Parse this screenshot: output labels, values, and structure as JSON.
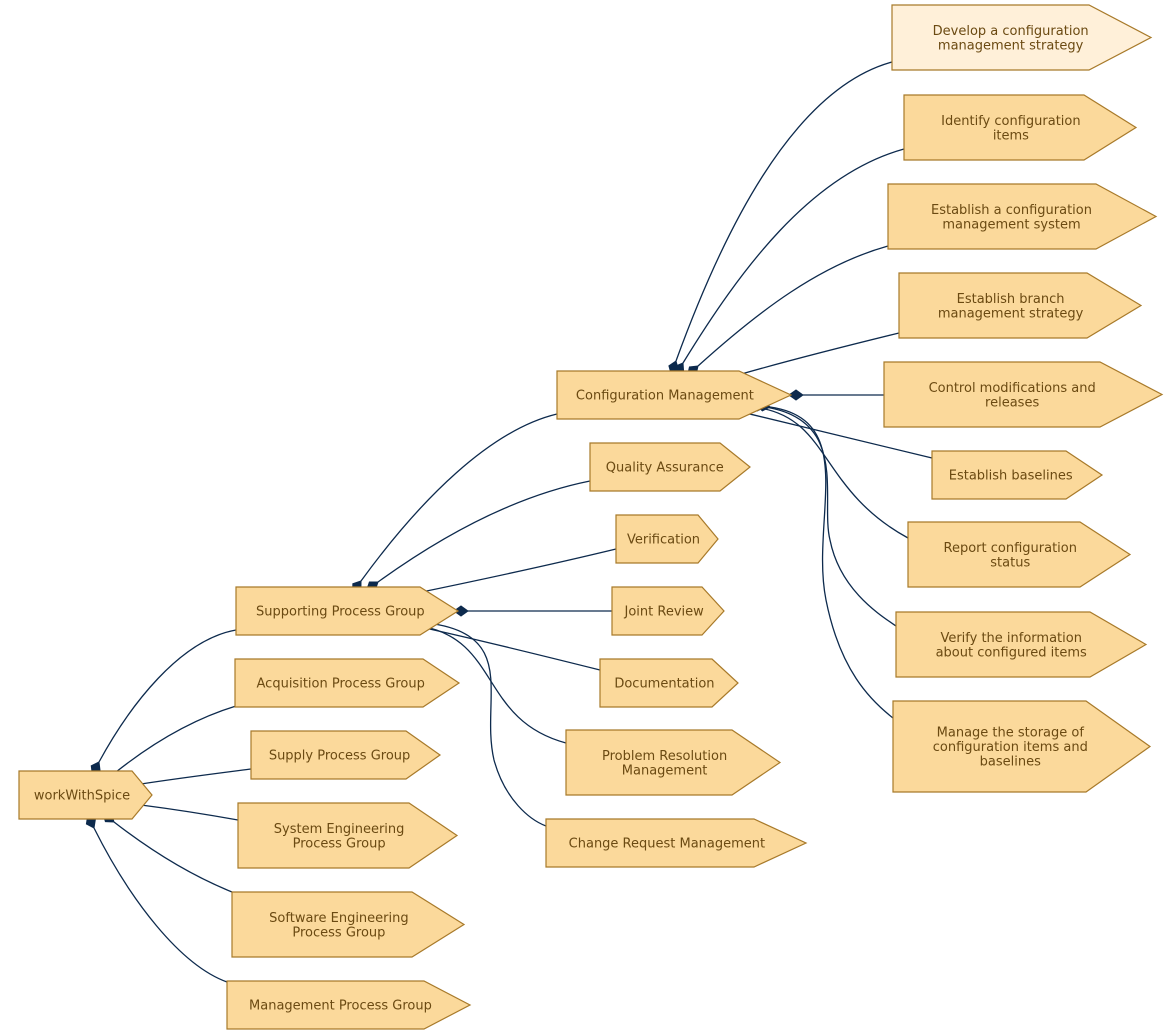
{
  "colors": {
    "node_fill": "#fbd99b",
    "node_fill_highlight": "#fff0d9",
    "node_stroke": "#a87a2a",
    "node_text": "#6b4a12",
    "edge": "#0d2a4d"
  },
  "nodes": {
    "workWithSpice": {
      "label": [
        "workWithSpice"
      ]
    },
    "supporting": {
      "label": [
        "Supporting Process Group"
      ]
    },
    "acquisition": {
      "label": [
        "Acquisition Process Group"
      ]
    },
    "supply": {
      "label": [
        "Supply Process Group"
      ]
    },
    "syseng": {
      "label": [
        "System Engineering",
        "Process Group"
      ]
    },
    "sweng": {
      "label": [
        "Software Engineering",
        "Process Group"
      ]
    },
    "management": {
      "label": [
        "Management Process Group"
      ]
    },
    "configmgmt": {
      "label": [
        "Configuration Management"
      ]
    },
    "qa": {
      "label": [
        "Quality Assurance"
      ]
    },
    "verification": {
      "label": [
        "Verification"
      ]
    },
    "jointreview": {
      "label": [
        "Joint Review"
      ]
    },
    "documentation": {
      "label": [
        "Documentation"
      ]
    },
    "problem": {
      "label": [
        "Problem Resolution",
        "Management"
      ]
    },
    "changereq": {
      "label": [
        "Change Request Management"
      ]
    },
    "develop": {
      "label": [
        "Develop a configuration",
        "management strategy"
      ],
      "highlight": true
    },
    "identify": {
      "label": [
        "Identify configuration",
        "items"
      ]
    },
    "establishsys": {
      "label": [
        "Establish a configuration",
        "management system"
      ]
    },
    "branch": {
      "label": [
        "Establish branch",
        "management strategy"
      ]
    },
    "control": {
      "label": [
        "Control modifications and",
        "releases"
      ]
    },
    "baselines": {
      "label": [
        "Establish baselines"
      ]
    },
    "report": {
      "label": [
        "Report configuration",
        "status"
      ]
    },
    "verifyinfo": {
      "label": [
        "Verify the information",
        "about configured items"
      ]
    },
    "storage": {
      "label": [
        "Manage the storage of",
        "configuration items and",
        "baselines"
      ]
    }
  },
  "edges": [
    {
      "from": "workWithSpice",
      "to": "supporting"
    },
    {
      "from": "workWithSpice",
      "to": "acquisition"
    },
    {
      "from": "workWithSpice",
      "to": "supply"
    },
    {
      "from": "workWithSpice",
      "to": "syseng"
    },
    {
      "from": "workWithSpice",
      "to": "sweng"
    },
    {
      "from": "workWithSpice",
      "to": "management"
    },
    {
      "from": "supporting",
      "to": "configmgmt"
    },
    {
      "from": "supporting",
      "to": "qa"
    },
    {
      "from": "supporting",
      "to": "verification"
    },
    {
      "from": "supporting",
      "to": "jointreview"
    },
    {
      "from": "supporting",
      "to": "documentation"
    },
    {
      "from": "supporting",
      "to": "problem"
    },
    {
      "from": "supporting",
      "to": "changereq"
    },
    {
      "from": "configmgmt",
      "to": "develop"
    },
    {
      "from": "configmgmt",
      "to": "identify"
    },
    {
      "from": "configmgmt",
      "to": "establishsys"
    },
    {
      "from": "configmgmt",
      "to": "branch"
    },
    {
      "from": "configmgmt",
      "to": "control"
    },
    {
      "from": "configmgmt",
      "to": "baselines"
    },
    {
      "from": "configmgmt",
      "to": "report"
    },
    {
      "from": "configmgmt",
      "to": "verifyinfo"
    },
    {
      "from": "configmgmt",
      "to": "storage"
    }
  ]
}
